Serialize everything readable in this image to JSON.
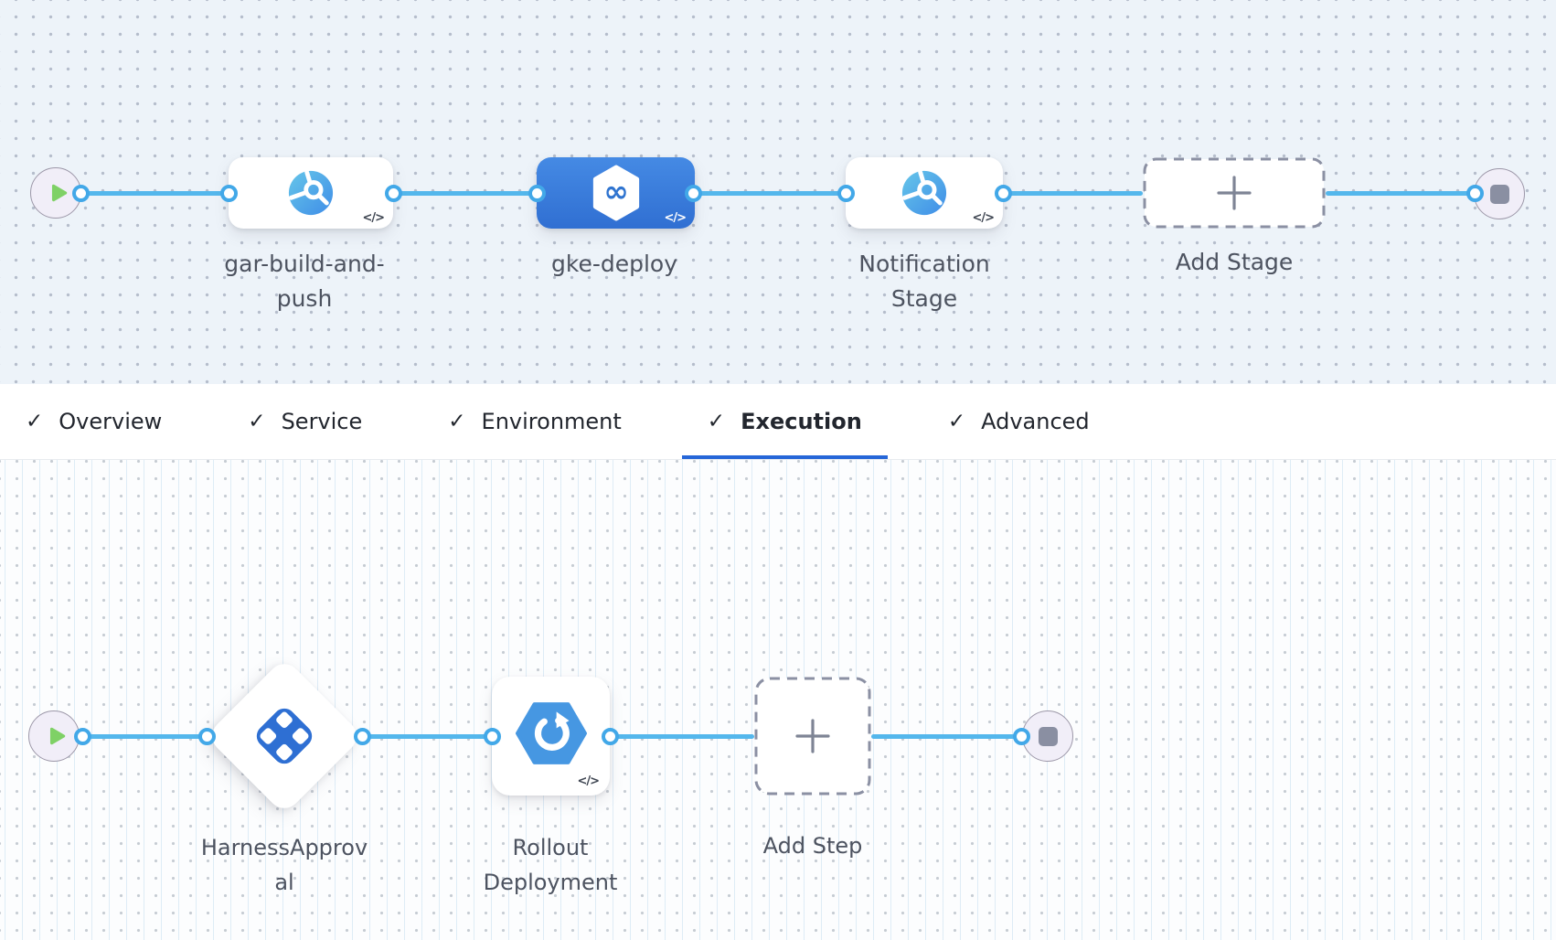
{
  "stage_graph": {
    "stages": [
      {
        "label": "gar-build-and-push",
        "type": "custom-stage",
        "selected": false
      },
      {
        "label": "gke-deploy",
        "type": "deploy-stage",
        "selected": true
      },
      {
        "label": "Notification Stage",
        "type": "custom-stage",
        "selected": false
      }
    ],
    "add_stage": "Add Stage"
  },
  "tab_bar": {
    "tabs": [
      {
        "label": "Overview",
        "checked": true
      },
      {
        "label": "Service",
        "checked": true
      },
      {
        "label": "Environment",
        "checked": true
      },
      {
        "label": "Execution",
        "checked": true
      },
      {
        "label": "Advanced",
        "checked": true
      }
    ],
    "active_tab": "Execution"
  },
  "execution_graph": {
    "steps": [
      {
        "label": "HarnessApproval",
        "type": "approval-step"
      },
      {
        "label": "Rollout Deployment",
        "type": "rollout-step"
      }
    ],
    "add_step": "Add Step"
  },
  "glyphs": {
    "check": "✓",
    "code": "</>",
    "infinity": "∞"
  },
  "colors": {
    "connector_blue": "#54b7ec",
    "selected_stage_blue": "#3a7cd9",
    "icon_blue": "#2e6fd3",
    "success_green": "#7fd166",
    "active_tab_underline": "#2566d8",
    "canvas_top_bg": "#edf3f9"
  }
}
